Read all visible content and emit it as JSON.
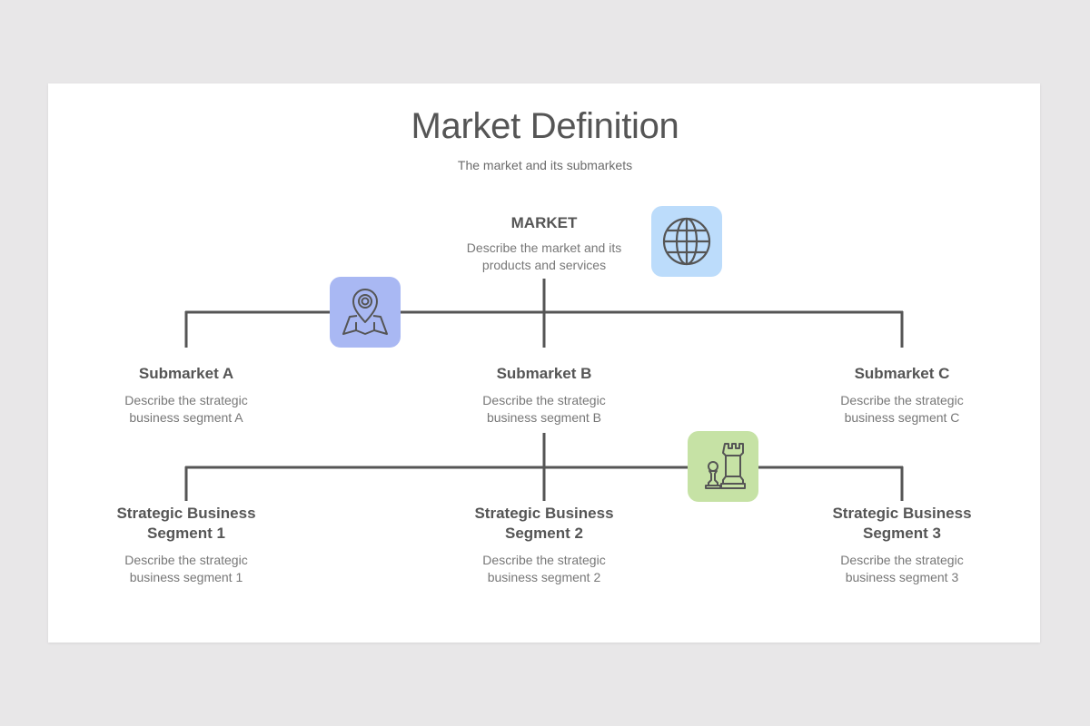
{
  "title": "Market Definition",
  "subtitle": "The market and its submarkets",
  "market": {
    "title": "MARKET",
    "desc_line1": "Describe the market and its",
    "desc_line2": "products  and services"
  },
  "submarkets": [
    {
      "title": "Submarket A",
      "desc_line1": "Describe the strategic",
      "desc_line2": "business segment A"
    },
    {
      "title": "Submarket B",
      "desc_line1": "Describe the strategic",
      "desc_line2": "business segment B"
    },
    {
      "title": "Submarket C",
      "desc_line1": "Describe the strategic",
      "desc_line2": "business segment C"
    }
  ],
  "segments": [
    {
      "title_line1": "Strategic Business",
      "title_line2": "Segment 1",
      "desc_line1": "Describe the strategic",
      "desc_line2": "business segment 1"
    },
    {
      "title_line1": "Strategic Business",
      "title_line2": "Segment 2",
      "desc_line1": "Describe the strategic",
      "desc_line2": "business segment 2"
    },
    {
      "title_line1": "Strategic Business",
      "title_line2": "Segment 3",
      "desc_line1": "Describe the strategic",
      "desc_line2": "business segment 3"
    }
  ],
  "icons": {
    "globe": {
      "name": "globe-icon",
      "color": "#bcdcfb"
    },
    "map": {
      "name": "map-pin-icon",
      "color": "#a9b8f3"
    },
    "chess": {
      "name": "chess-icon",
      "color": "#c6e2a5"
    }
  },
  "colors": {
    "line": "#555555",
    "text": "#555555",
    "desc": "#777777"
  }
}
